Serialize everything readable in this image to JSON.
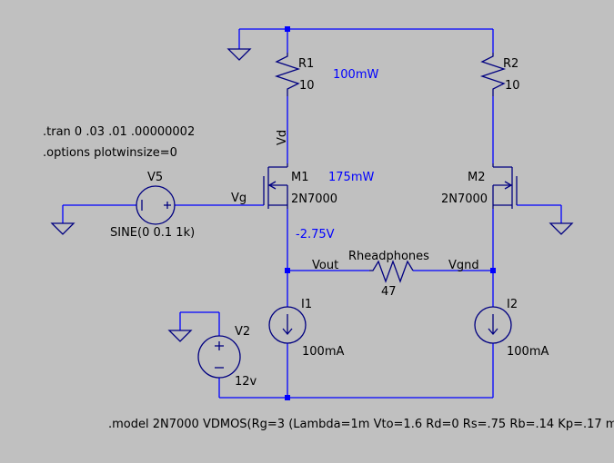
{
  "directives": {
    "tran": ".tran 0 .03 .01 .00000002",
    "options": ".options plotwinsize=0",
    "model": ".model 2N7000 VDMOS(Rg=3 (Lambda=1m Vto=1.6 Rd=0 Rs=.75 Rb=.14 Kp=.17 m"
  },
  "components": {
    "r1": {
      "name": "R1",
      "value": "10"
    },
    "r2": {
      "name": "R2",
      "value": "10"
    },
    "m1": {
      "name": "M1",
      "model": "2N7000"
    },
    "m2": {
      "name": "M2",
      "model": "2N7000"
    },
    "v5": {
      "name": "V5",
      "value": "SINE(0 0.1 1k)"
    },
    "v2": {
      "name": "V2",
      "value": "12v"
    },
    "i1": {
      "name": "I1",
      "value": "100mA"
    },
    "i2": {
      "name": "I2",
      "value": "100mA"
    },
    "rheadphones": {
      "name": "Rheadphones",
      "value": "47"
    }
  },
  "net_labels": {
    "vd": "Vd",
    "vg": "Vg",
    "vout": "Vout",
    "vgnd": "Vgnd"
  },
  "annotations": {
    "r1_power": "100mW",
    "m1_power": "175mW",
    "vout_voltage": "-2.75V"
  },
  "colors": {
    "background": "#c0c0c0",
    "wire": "#0000ff",
    "symbol": "#000080",
    "text": "#000000",
    "annotation": "#0000ff"
  }
}
